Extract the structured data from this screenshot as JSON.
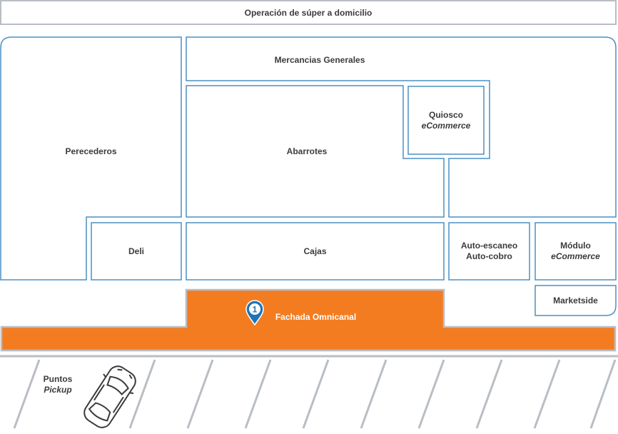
{
  "zones": {
    "delivery_ops": "Operación de súper a domicilio",
    "general_merchandise": "Mercancias Generales",
    "kiosk_line1": "Quiosco",
    "kiosk_line2": "eCommerce",
    "perishables": "Perecederos",
    "groceries": "Abarrotes",
    "deli": "Deli",
    "checkout": "Cajas",
    "self_scan_line1": "Auto-escaneo",
    "self_scan_line2": "Auto-cobro",
    "module_line1": "Módulo",
    "module_line2": "eCommerce",
    "marketside": "Marketside",
    "omnichannel_front": "Fachada Omnicanal",
    "pickup_line1": "Puntos",
    "pickup_line2": "Pickup"
  },
  "marker": {
    "number": "1"
  },
  "colors": {
    "outline": "#4a90c4",
    "accent": "#f47c20",
    "gray": "#b9bec4",
    "text": "#3b3b3b"
  }
}
